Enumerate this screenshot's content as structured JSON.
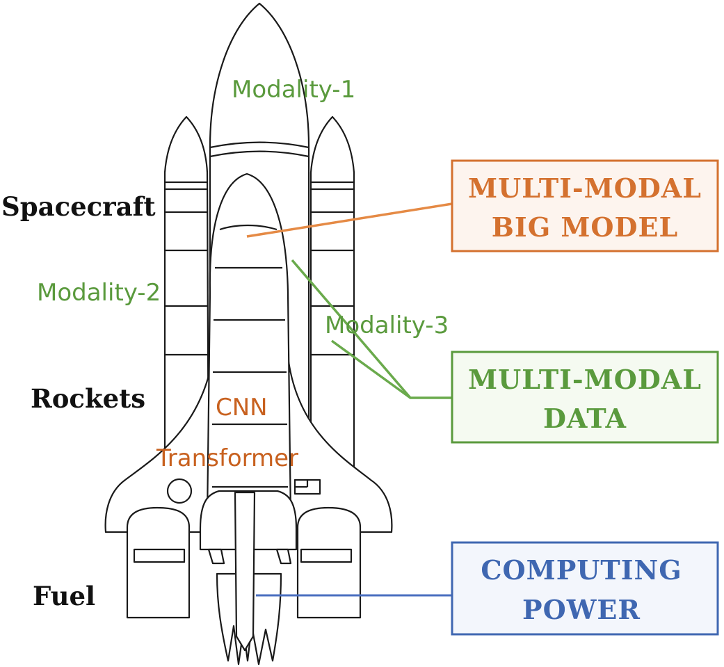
{
  "labels": {
    "spacecraft": "Spacecraft",
    "rockets": "Rockets",
    "fuel": "Fuel"
  },
  "modalities": {
    "m1": "Modality-1",
    "m2": "Modality-2",
    "m3": "Modality-3"
  },
  "inner_labels": {
    "cnn": "CNN",
    "transformer": "Transformer"
  },
  "boxes": {
    "big_model": {
      "line1": "MULTI-MODAL",
      "line2": "BIG MODEL",
      "color": "#d4712f",
      "fill": "#fdf4ee"
    },
    "data": {
      "line1": "MULTI-MODAL",
      "line2": "DATA",
      "color": "#5a9a3d",
      "fill": "#f5faf1"
    },
    "computing": {
      "line1": "COMPUTING",
      "line2": "POWER",
      "color": "#3f67b1",
      "fill": "#f3f6fc"
    }
  },
  "colors": {
    "modality_green": "#5a9a3d",
    "inner_orange": "#c8611f"
  }
}
